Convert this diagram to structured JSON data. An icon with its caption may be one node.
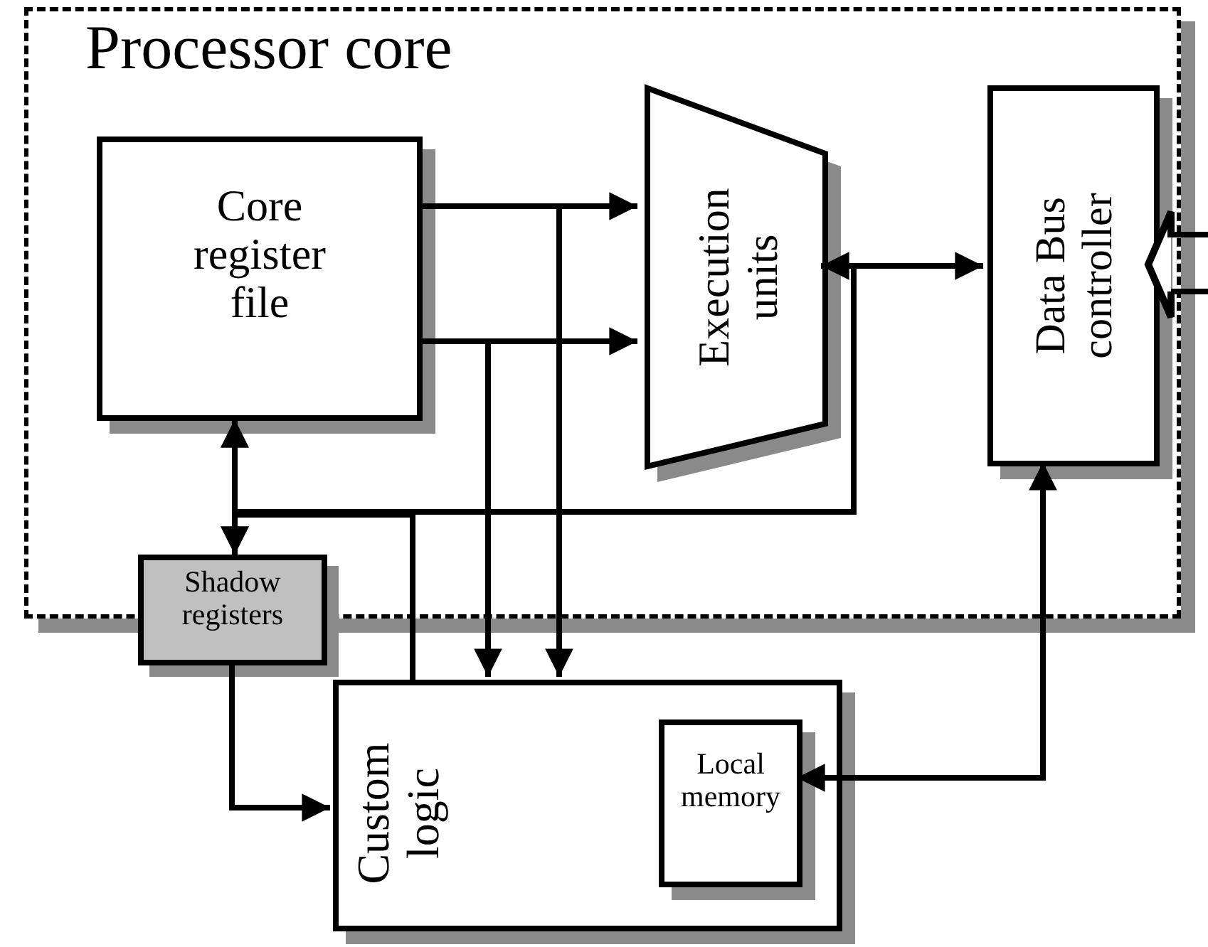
{
  "diagram": {
    "nodes": [
      {
        "text": [
          "Processor core"
        ]
      },
      {
        "text": [
          "Core register file"
        ],
        "in": 0
      },
      {
        "text": [
          "Execution units"
        ],
        "in": 0
      },
      {
        "text": [
          "Data Bus controller"
        ],
        "in": 0
      },
      {
        "text": [
          "Shadow registers"
        ]
      },
      {
        "text": [
          "Custom logic"
        ]
      },
      {
        "text": [
          "Local memory"
        ],
        "in": 5
      }
    ],
    "edges": [
      {
        "from": 1,
        "to": 2,
        "arrow": "to"
      },
      {
        "from": 1,
        "to": 2,
        "arrow": "to"
      },
      {
        "from": 1,
        "to": 5,
        "arrow": "to"
      },
      {
        "from": 1,
        "to": 5,
        "arrow": "to"
      },
      {
        "from": 2,
        "to": 3,
        "arrow": "both"
      },
      {
        "from": 2,
        "to": 1,
        "arrow": "to"
      },
      {
        "from": 2,
        "to": 4,
        "arrow": "to"
      },
      {
        "from": 5,
        "to": 1,
        "arrow": "to"
      },
      {
        "from": 5,
        "to": 4,
        "arrow": "to"
      },
      {
        "from": 4,
        "to": 5,
        "arrow": "to"
      },
      {
        "from": 3,
        "to": 6,
        "arrow": "both"
      },
      {
        "from": null,
        "to": 3,
        "arrow": "to"
      }
    ]
  }
}
